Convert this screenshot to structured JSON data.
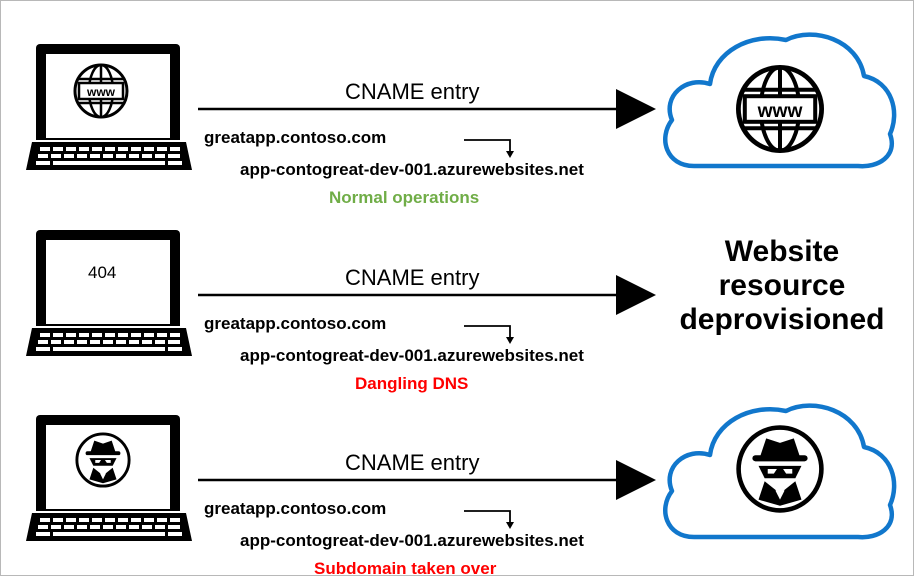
{
  "rows": [
    {
      "cname_label": "CNAME entry",
      "source_host": "greatapp.contoso.com",
      "target_host": "app-contogreat-dev-001.azurewebsites.net",
      "status": "Normal operations",
      "status_color": "#70ad47",
      "laptop_screen_icon": "globe-www-icon",
      "destination": "cloud-with-globe-www"
    },
    {
      "screen_text": "404",
      "cname_label": "CNAME entry",
      "source_host": "greatapp.contoso.com",
      "target_host": "app-contogreat-dev-001.azurewebsites.net",
      "status": "Dangling DNS",
      "status_color": "#ff0000",
      "destination_lines": [
        "Website",
        "resource",
        "deprovisioned"
      ]
    },
    {
      "cname_label": "CNAME entry",
      "source_host": "greatapp.contoso.com",
      "target_host": "app-contogreat-dev-001.azurewebsites.net",
      "status": "Subdomain taken over",
      "status_color": "#ff0000",
      "laptop_screen_icon": "hacker-icon",
      "destination": "cloud-with-hacker"
    }
  ],
  "colors": {
    "cloud_outline": "#1177cc",
    "ink": "#000000"
  }
}
